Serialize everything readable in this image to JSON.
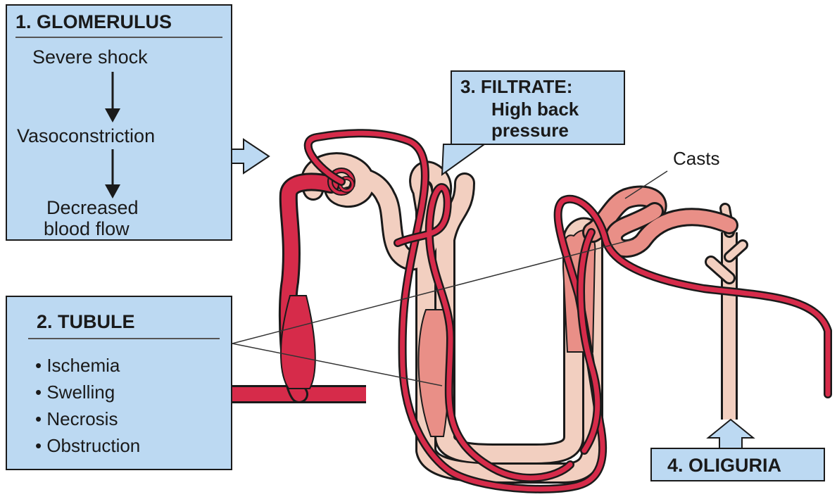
{
  "colors": {
    "box_fill": "#bcd9f2",
    "vessel": "#d62b4a",
    "tubule": "#f2cfc0",
    "tubule_damaged": "#e98f87",
    "outline": "#1a1a1a"
  },
  "glomerulus": {
    "title": "1. GLOMERULUS",
    "step1": "Severe shock",
    "step2": "Vasoconstriction",
    "step3_line1": "Decreased",
    "step3_line2": "blood flow"
  },
  "tubule": {
    "title": "2. TUBULE",
    "items": [
      "• Ischemia",
      "• Swelling",
      "• Necrosis",
      "• Obstruction"
    ]
  },
  "filtrate": {
    "line1": "3. FILTRATE:",
    "line2": "High back",
    "line3": "pressure"
  },
  "casts_label": "Casts",
  "oliguria": {
    "title": "4. OLIGURIA"
  }
}
